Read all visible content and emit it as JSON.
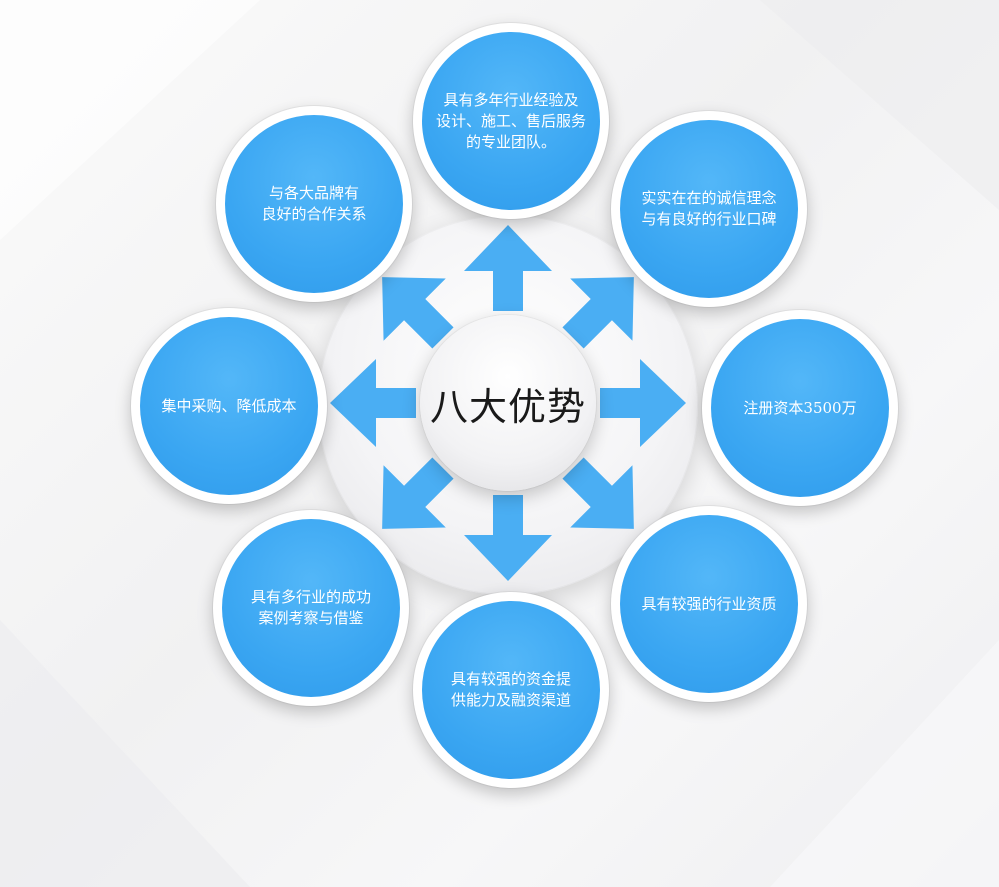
{
  "diagram": {
    "center_label": "八大优势",
    "nodes": [
      {
        "id": "top",
        "text": "具有多年行业经验及\n设计、施工、售后服务\n的专业团队。"
      },
      {
        "id": "top-right",
        "text": "实实在在的诚信理念\n与有良好的行业口碑"
      },
      {
        "id": "right",
        "text": "注册资本3500万"
      },
      {
        "id": "bottom-right",
        "text": "具有较强的行业资质"
      },
      {
        "id": "bottom",
        "text": "具有较强的资金提\n供能力及融资渠道"
      },
      {
        "id": "bottom-left",
        "text": "具有多行业的成功\n案例考察与借鉴"
      },
      {
        "id": "left",
        "text": "集中采购、降低成本"
      },
      {
        "id": "top-left",
        "text": "与各大品牌有\n良好的合作关系"
      }
    ],
    "colors": {
      "node_fill": "#3aa6f2",
      "arrow_fill": "#4aaef3",
      "center_text": "#1a1a1a",
      "node_text": "#ffffff"
    },
    "icons": {
      "arrows": "outward-arrow-icon"
    }
  }
}
